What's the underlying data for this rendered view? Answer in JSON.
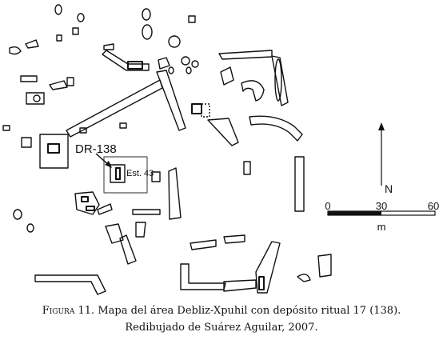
{
  "map": {
    "callout_label": "DR-138",
    "structure_label": "Est. 43",
    "north_label": "N",
    "scale": {
      "ticks": [
        "0",
        "30",
        "60"
      ],
      "unit": "m"
    }
  },
  "caption": {
    "figure_word": "Figura",
    "figure_number": "11.",
    "line1_text": "Mapa del área Debliz-Xpuhil con depósito ritual 17 (138).",
    "line2": "Redibujado de Suárez Aguilar, 2007."
  },
  "colors": {
    "ink": "#111111",
    "callout_box": "#555555",
    "background": "#ffffff"
  }
}
